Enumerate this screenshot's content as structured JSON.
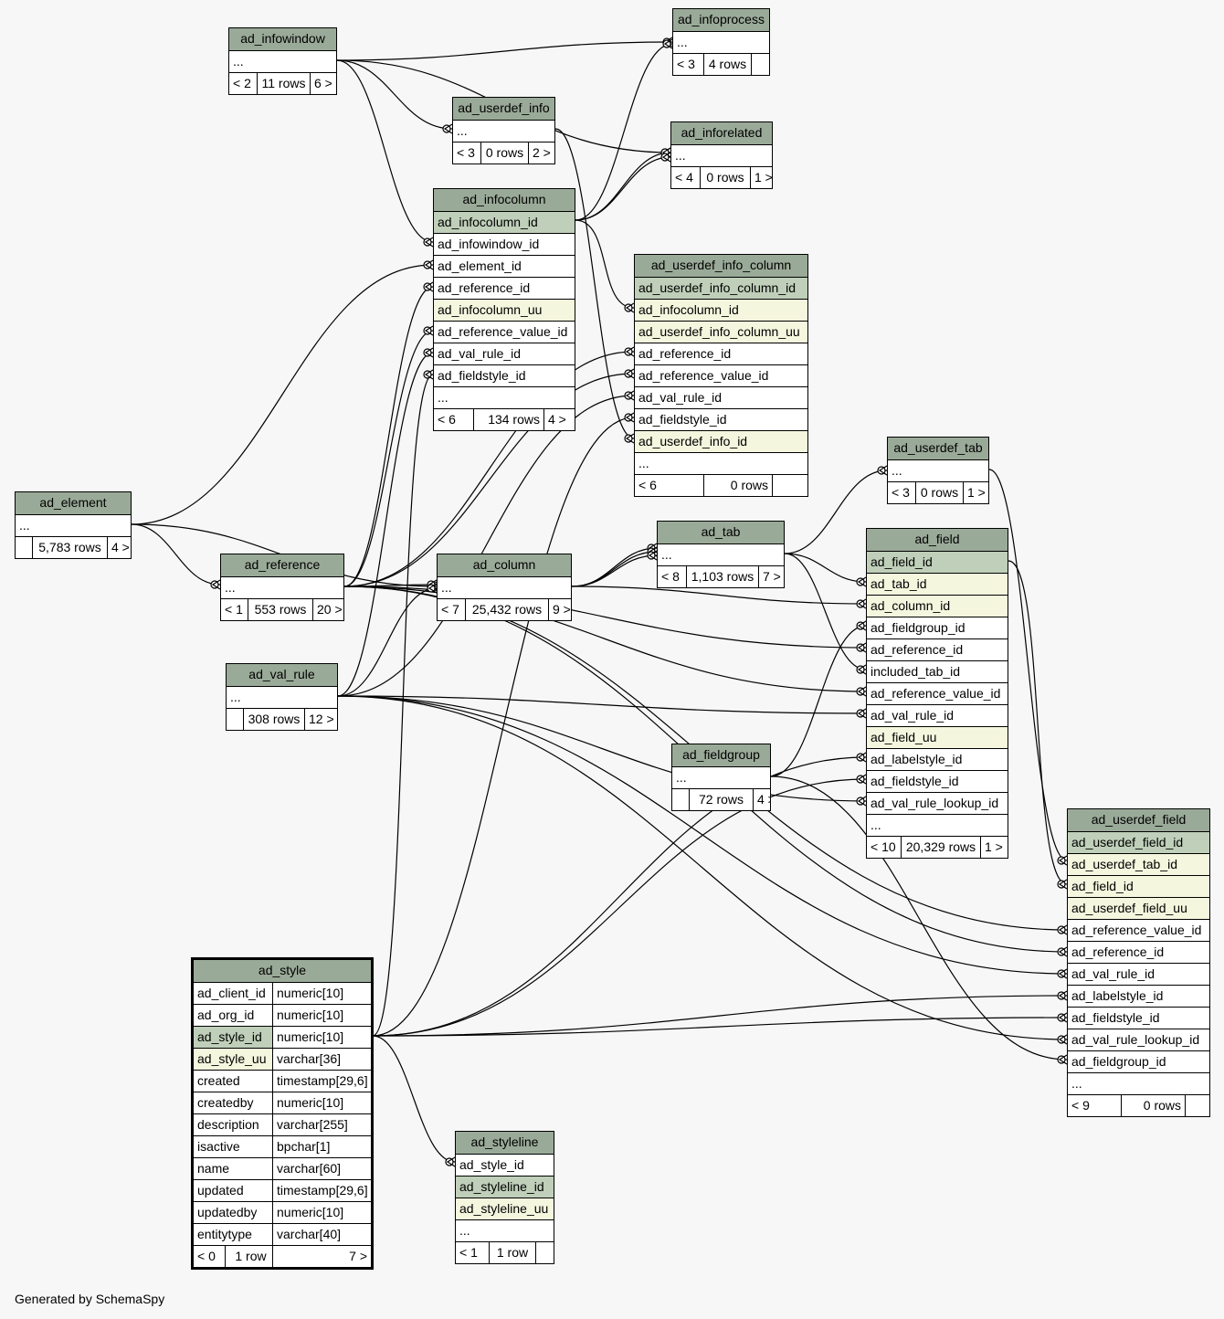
{
  "footer": "Generated by SchemaSpy",
  "colors": {
    "header": "#9aaa98",
    "primary_key": "#bfcfb9",
    "unique": "#f4f6de",
    "background": "#f7f7f7"
  },
  "tables": {
    "ad_infowindow": {
      "name": "ad_infowindow",
      "rows": [
        "..."
      ],
      "footer": [
        "< 2",
        "11 rows",
        "6 >"
      ]
    },
    "ad_infoprocess": {
      "name": "ad_infoprocess",
      "rows": [
        "..."
      ],
      "footer": [
        "< 3",
        "4 rows",
        ""
      ]
    },
    "ad_userdef_info": {
      "name": "ad_userdef_info",
      "rows": [
        "..."
      ],
      "footer": [
        "< 3",
        "0 rows",
        "2 >"
      ]
    },
    "ad_inforelated": {
      "name": "ad_inforelated",
      "rows": [
        "..."
      ],
      "footer": [
        "< 4",
        "0 rows",
        "1 >"
      ]
    },
    "ad_infocolumn": {
      "name": "ad_infocolumn",
      "rows": [
        "ad_infocolumn_id",
        "ad_infowindow_id",
        "ad_element_id",
        "ad_reference_id",
        "ad_infocolumn_uu",
        "ad_reference_value_id",
        "ad_val_rule_id",
        "ad_fieldstyle_id",
        "..."
      ],
      "footer": [
        "< 6",
        "134 rows",
        "4 >"
      ]
    },
    "ad_userdef_info_column": {
      "name": "ad_userdef_info_column",
      "rows": [
        "ad_userdef_info_column_id",
        "ad_infocolumn_id",
        "ad_userdef_info_column_uu",
        "ad_reference_id",
        "ad_reference_value_id",
        "ad_val_rule_id",
        "ad_fieldstyle_id",
        "ad_userdef_info_id",
        "..."
      ],
      "footer": [
        "< 6",
        "0 rows",
        ""
      ]
    },
    "ad_userdef_tab": {
      "name": "ad_userdef_tab",
      "rows": [
        "..."
      ],
      "footer": [
        "< 3",
        "0 rows",
        "1 >"
      ]
    },
    "ad_element": {
      "name": "ad_element",
      "rows": [
        "..."
      ],
      "footer": [
        "",
        "5,783 rows",
        "4 >"
      ]
    },
    "ad_reference": {
      "name": "ad_reference",
      "rows": [
        "..."
      ],
      "footer": [
        "< 1",
        "553 rows",
        "20 >"
      ]
    },
    "ad_column": {
      "name": "ad_column",
      "rows": [
        "..."
      ],
      "footer": [
        "< 7",
        "25,432 rows",
        "9 >"
      ]
    },
    "ad_tab": {
      "name": "ad_tab",
      "rows": [
        "..."
      ],
      "footer": [
        "< 8",
        "1,103 rows",
        "7 >"
      ]
    },
    "ad_field": {
      "name": "ad_field",
      "rows": [
        "ad_field_id",
        "ad_tab_id",
        "ad_column_id",
        "ad_fieldgroup_id",
        "ad_reference_id",
        "included_tab_id",
        "ad_reference_value_id",
        "ad_val_rule_id",
        "ad_field_uu",
        "ad_labelstyle_id",
        "ad_fieldstyle_id",
        "ad_val_rule_lookup_id",
        "..."
      ],
      "footer": [
        "< 10",
        "20,329 rows",
        "1 >"
      ]
    },
    "ad_val_rule": {
      "name": "ad_val_rule",
      "rows": [
        "..."
      ],
      "footer": [
        "",
        "308 rows",
        "12 >"
      ]
    },
    "ad_fieldgroup": {
      "name": "ad_fieldgroup",
      "rows": [
        "..."
      ],
      "footer": [
        "",
        "72 rows",
        "4 >"
      ]
    },
    "ad_userdef_field": {
      "name": "ad_userdef_field",
      "rows": [
        "ad_userdef_field_id",
        "ad_userdef_tab_id",
        "ad_field_id",
        "ad_userdef_field_uu",
        "ad_reference_value_id",
        "ad_reference_id",
        "ad_val_rule_id",
        "ad_labelstyle_id",
        "ad_fieldstyle_id",
        "ad_val_rule_lookup_id",
        "ad_fieldgroup_id",
        "..."
      ],
      "footer": [
        "< 9",
        "0 rows",
        ""
      ]
    },
    "ad_styleline": {
      "name": "ad_styleline",
      "rows": [
        "ad_style_id",
        "ad_styleline_id",
        "ad_styleline_uu",
        "..."
      ],
      "footer": [
        "< 1",
        "1 row",
        ""
      ]
    },
    "ad_style": {
      "name": "ad_style",
      "columns": [
        {
          "name": "ad_client_id",
          "type": "numeric[10]"
        },
        {
          "name": "ad_org_id",
          "type": "numeric[10]"
        },
        {
          "name": "ad_style_id",
          "type": "numeric[10]"
        },
        {
          "name": "ad_style_uu",
          "type": "varchar[36]"
        },
        {
          "name": "created",
          "type": "timestamp[29,6]"
        },
        {
          "name": "createdby",
          "type": "numeric[10]"
        },
        {
          "name": "description",
          "type": "varchar[255]"
        },
        {
          "name": "isactive",
          "type": "bpchar[1]"
        },
        {
          "name": "name",
          "type": "varchar[60]"
        },
        {
          "name": "updated",
          "type": "timestamp[29,6]"
        },
        {
          "name": "updatedby",
          "type": "numeric[10]"
        },
        {
          "name": "entitytype",
          "type": "varchar[40]"
        }
      ],
      "footer": [
        "< 0",
        "1 row",
        "7 >"
      ]
    }
  }
}
